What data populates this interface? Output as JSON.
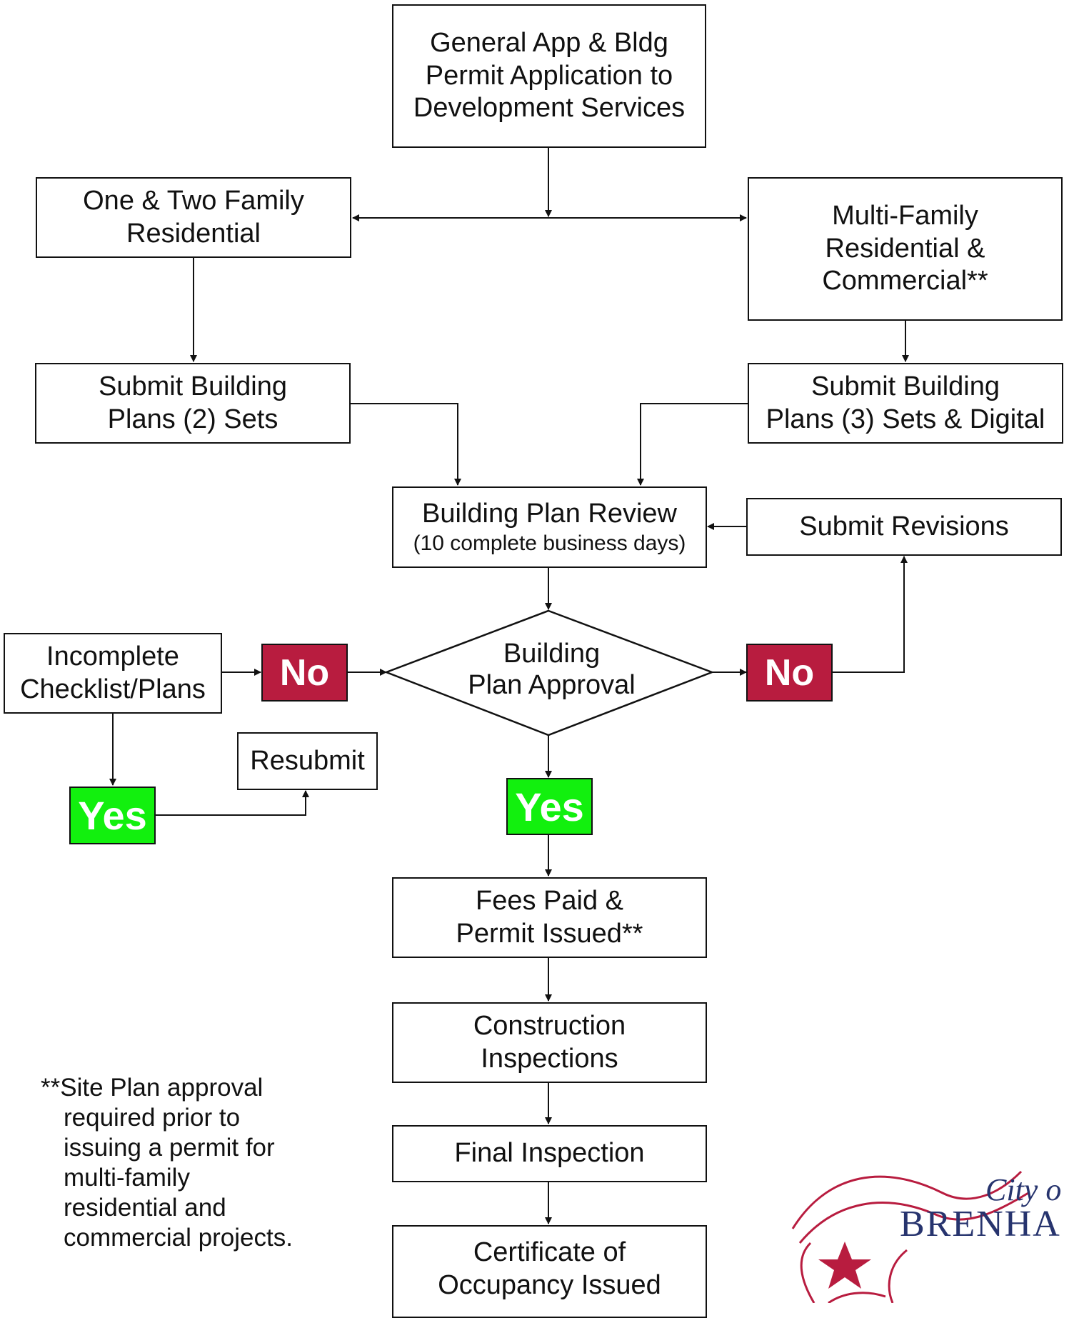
{
  "nodes": {
    "general_app": [
      "General App & Bldg",
      "Permit Application to",
      "Development Services"
    ],
    "one_two_family": [
      "One & Two Family",
      "Residential"
    ],
    "multi_family": [
      "Multi-Family",
      "Residential &",
      "Commercial**"
    ],
    "submit_plans_2": [
      "Submit Building",
      "Plans (2) Sets"
    ],
    "submit_plans_3": [
      "Submit Building",
      "Plans (3) Sets & Digital"
    ],
    "plan_review": {
      "title": "Building Plan Review",
      "subtitle": "(10 complete business days)"
    },
    "submit_revisions": "Submit Revisions",
    "approval": [
      "Building",
      "Plan Approval"
    ],
    "incomplete": [
      "Incomplete",
      "Checklist/Plans"
    ],
    "resubmit": "Resubmit",
    "fees_paid": [
      "Fees Paid &",
      "Permit Issued**"
    ],
    "construction": [
      "Construction",
      "Inspections"
    ],
    "final_inspection": "Final Inspection",
    "certificate": [
      "Certificate of",
      "Occupancy Issued"
    ]
  },
  "badges": {
    "no_left": "No",
    "no_right": "No",
    "yes_left": "Yes",
    "yes_center": "Yes"
  },
  "footnote": [
    "**Site Plan approval",
    "required prior to",
    "issuing a permit for",
    "multi-family",
    "residential and",
    "commercial projects."
  ],
  "logo": {
    "line1": "City o",
    "line2": "BRENHA"
  },
  "colors": {
    "no": "#b81c3f",
    "yes": "#12f00e",
    "logo_red": "#b81c3f",
    "logo_blue": "#27346e"
  }
}
